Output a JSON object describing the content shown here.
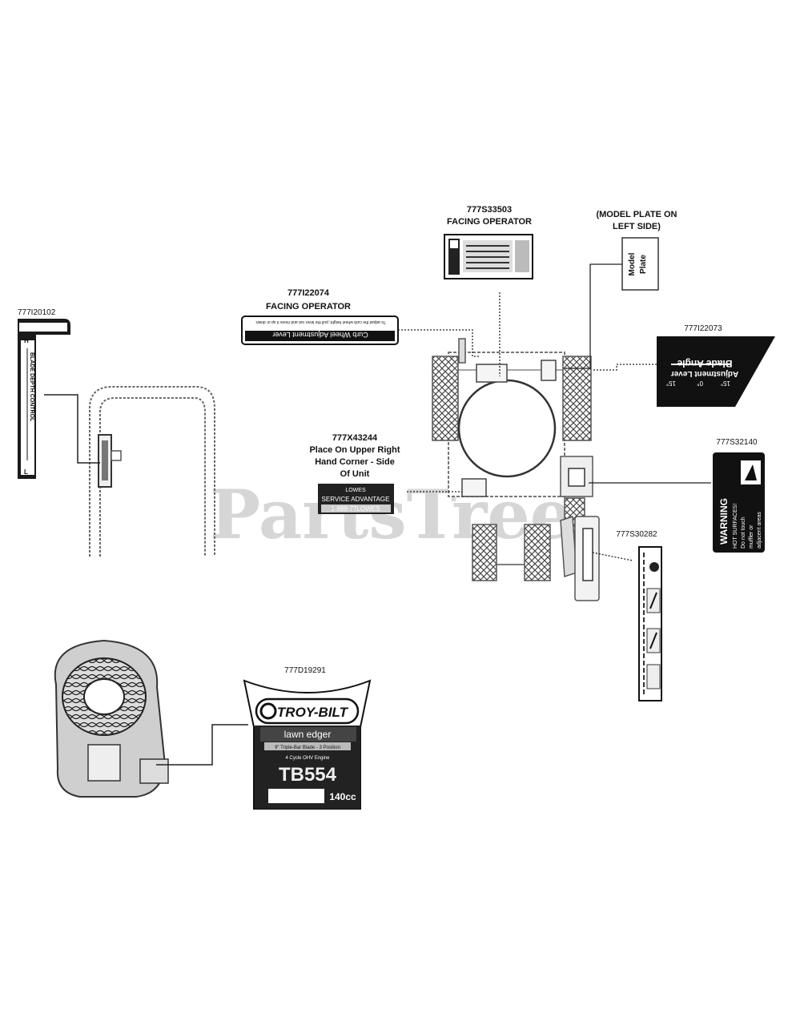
{
  "watermark": {
    "text": "PartsTree"
  },
  "callouts": {
    "c1": {
      "part": "777I20102"
    },
    "c2": {
      "part": "777I22074",
      "note": "FACING OPERATOR"
    },
    "c3": {
      "part": "777S33503",
      "note": "FACING OPERATOR"
    },
    "c4": {
      "note_line1": "(MODEL PLATE ON",
      "note_line2": "LEFT SIDE)"
    },
    "c5": {
      "part": "777I22073"
    },
    "c6": {
      "part": "777X43244",
      "note_line1": "Place On Upper Right",
      "note_line2": "Hand Corner - Side",
      "note_line3": "Of Unit"
    },
    "c7": {
      "part": "777S32140"
    },
    "c8": {
      "part": "777S30282"
    },
    "c9": {
      "part": "777D19291"
    }
  },
  "labels": {
    "depth_control": {
      "top_text": "BLADE DEPTH CONTROL",
      "letter_h": "H",
      "letter_l": "L"
    },
    "curb_wheel": {
      "line1": "Curb Wheel Adjustment Lever",
      "line2": "To adjust the curb wheel height, pull the lever out and move it up or down."
    },
    "model_plate": {
      "line1": "Model",
      "line2": "Plate"
    },
    "blade_angle": {
      "line1": "Blade Angle",
      "line2": "Adjustment Lever",
      "angle_left": "15°",
      "angle_mid": "0°",
      "angle_right": "15°"
    },
    "lowes": {
      "line1": "LOWES",
      "line2": "SERVICE ADVANTAGE",
      "line3": "1-888-77LOWES"
    },
    "hot_surface": {
      "title": "WARNING",
      "line1": "HOT SURFACES!",
      "line2": "Do not touch",
      "line3": "muffler or",
      "line4": "adjacent areas"
    },
    "troybilt": {
      "brand": "TROY-BILT",
      "product": "lawn edger",
      "blade": "9\" Triple-Bar Blade - 3 Position",
      "engine": "4 Cycle OHV Engine",
      "model": "TB554",
      "cc": "140cc"
    }
  }
}
